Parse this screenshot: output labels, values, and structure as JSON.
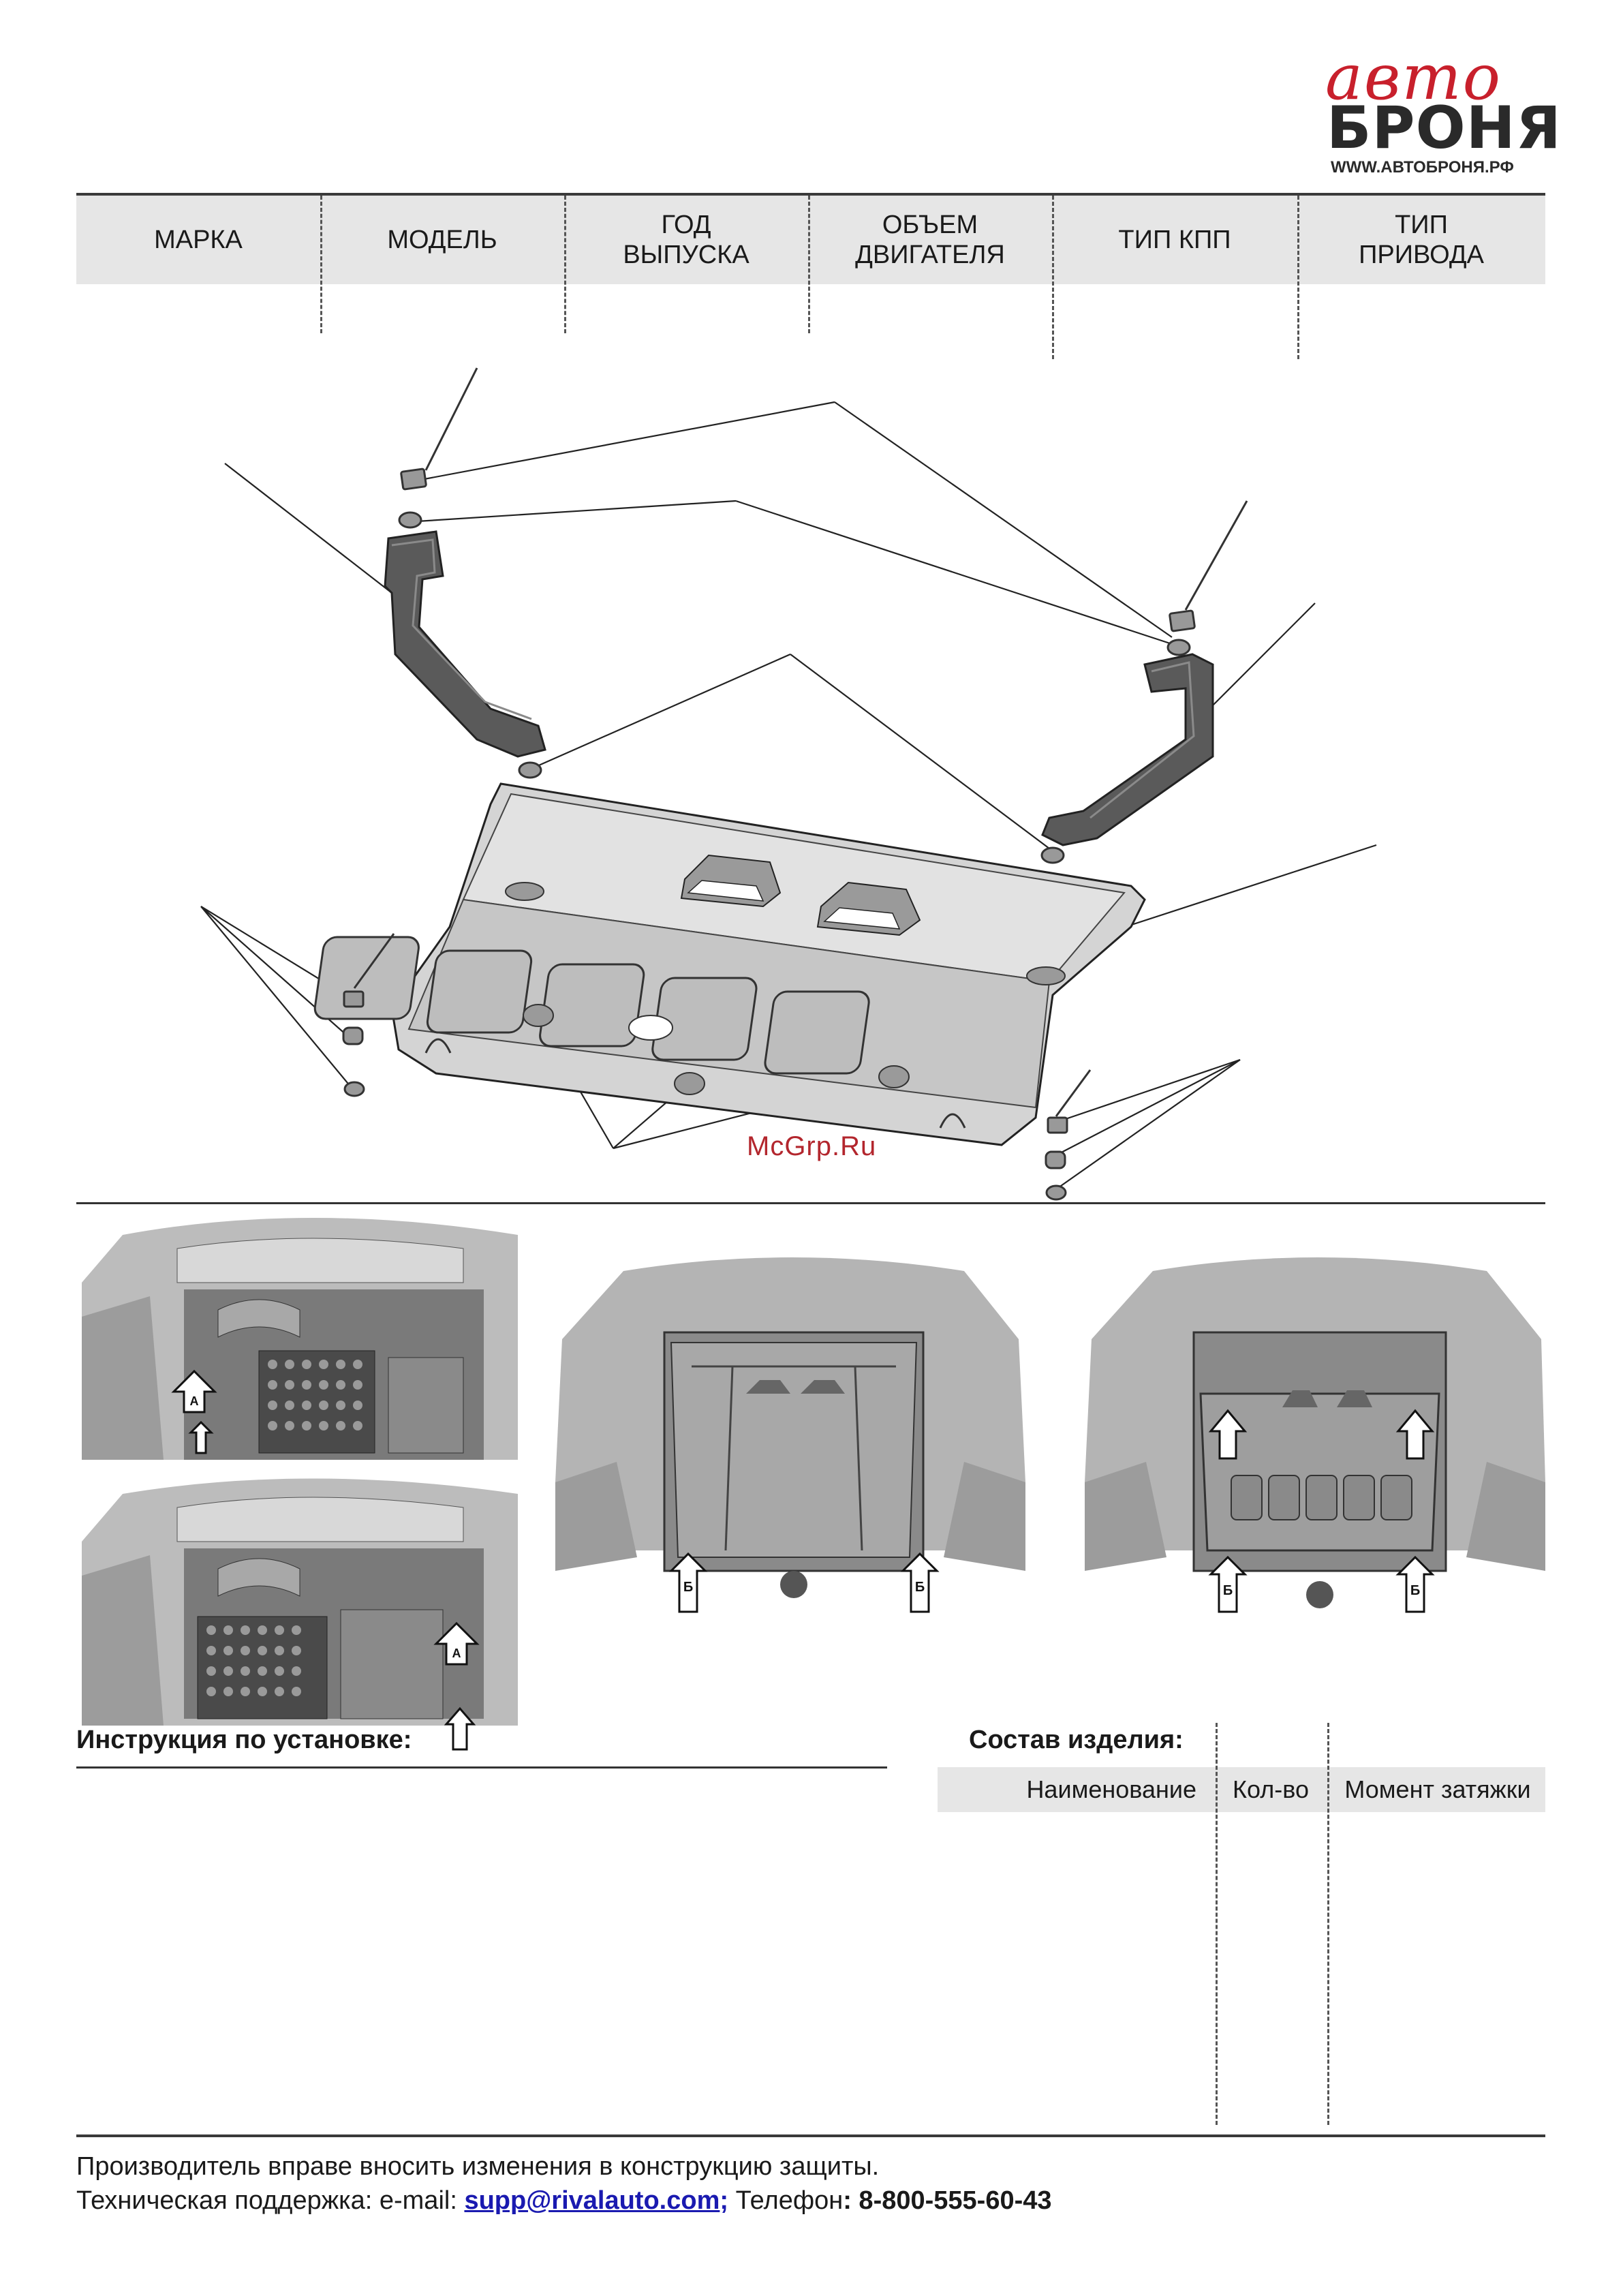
{
  "logo": {
    "script": "авто",
    "main": "БРОНЯ",
    "url": "WWW.АВТОБРОНЯ.РФ",
    "accent_color": "#c8202c"
  },
  "header": {
    "columns": [
      "МАРКА",
      "МОДЕЛЬ",
      "ГОД\nВЫПУСКА",
      "ОБЪЕМ\nДВИГАТЕЛЯ",
      "ТИП КПП",
      "ТИП\nПРИВОДА"
    ]
  },
  "diagram": {
    "watermark": "McGrp.Ru"
  },
  "photos": {
    "marker_a": "А",
    "marker_b": "Б"
  },
  "instructions": {
    "title": "Инструкция по установке:"
  },
  "composition": {
    "title": "Состав изделия:",
    "columns": [
      "Наименование",
      "Кол-во",
      "Момент затяжки"
    ]
  },
  "footer": {
    "line1": "Производитель вправе вносить изменения в конструкцию защиты.",
    "support_prefix": "Техническая поддержка:  e-mail: ",
    "email": "supp@rivalauto.com",
    "separator": ";",
    "phone_prefix": " Телефон",
    "phone": ": 8-800-555-60-43"
  }
}
